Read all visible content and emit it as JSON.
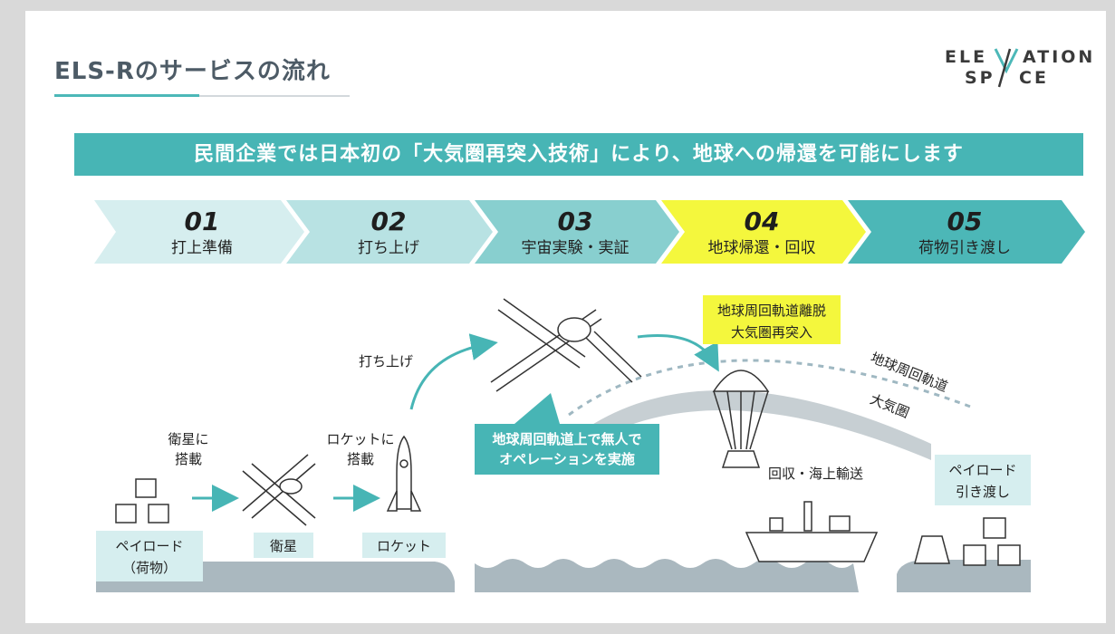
{
  "title": "ELS-Rのサービスの流れ",
  "logo": {
    "line1_left": "ELE",
    "line1_right": "ATION",
    "line1_mid": "V",
    "line2_left": "SP",
    "line2_right": "CE",
    "line2_mid": "A"
  },
  "banner": "民間企業では日本初の「大気圏再突入技術」により、地球への帰還を可能にします",
  "steps": [
    {
      "num": "01",
      "label": "打上準備",
      "color": "#d6eeef"
    },
    {
      "num": "02",
      "label": "打ち上げ",
      "color": "#b8e2e3"
    },
    {
      "num": "03",
      "label": "宇宙実験・実証",
      "color": "#88cfcf"
    },
    {
      "num": "04",
      "label": "地球帰還・回収",
      "color": "#f4f73d"
    },
    {
      "num": "05",
      "label": "荷物引き渡し",
      "color": "#4cb7b7"
    }
  ],
  "scene": {
    "payload_caption": "衛星に\n搭載",
    "rocket_caption": "ロケットに\n搭載",
    "launch_label": "打ち上げ",
    "payload_box_line1": "ペイロード",
    "payload_box_line2": "（荷物）",
    "satellite_box": "衛星",
    "rocket_box": "ロケット",
    "callout_line1": "地球周回軌道上で無人で",
    "callout_line2": "オペレーションを実施",
    "deorbit_line1": "地球周回軌道離脱",
    "deorbit_line2": "大気圏再突入",
    "orbit_label": "地球周回軌道",
    "atmosphere_label": "大気圏",
    "recovery_label": "回収・海上輸送",
    "delivery_line1": "ペイロード",
    "delivery_line2": "引き渡し"
  },
  "colors": {
    "teal": "#47b5b5",
    "light_teal": "#d6eeef",
    "yellow": "#f4f73d",
    "gray_sea": "#aab8bf",
    "text": "#222222"
  }
}
